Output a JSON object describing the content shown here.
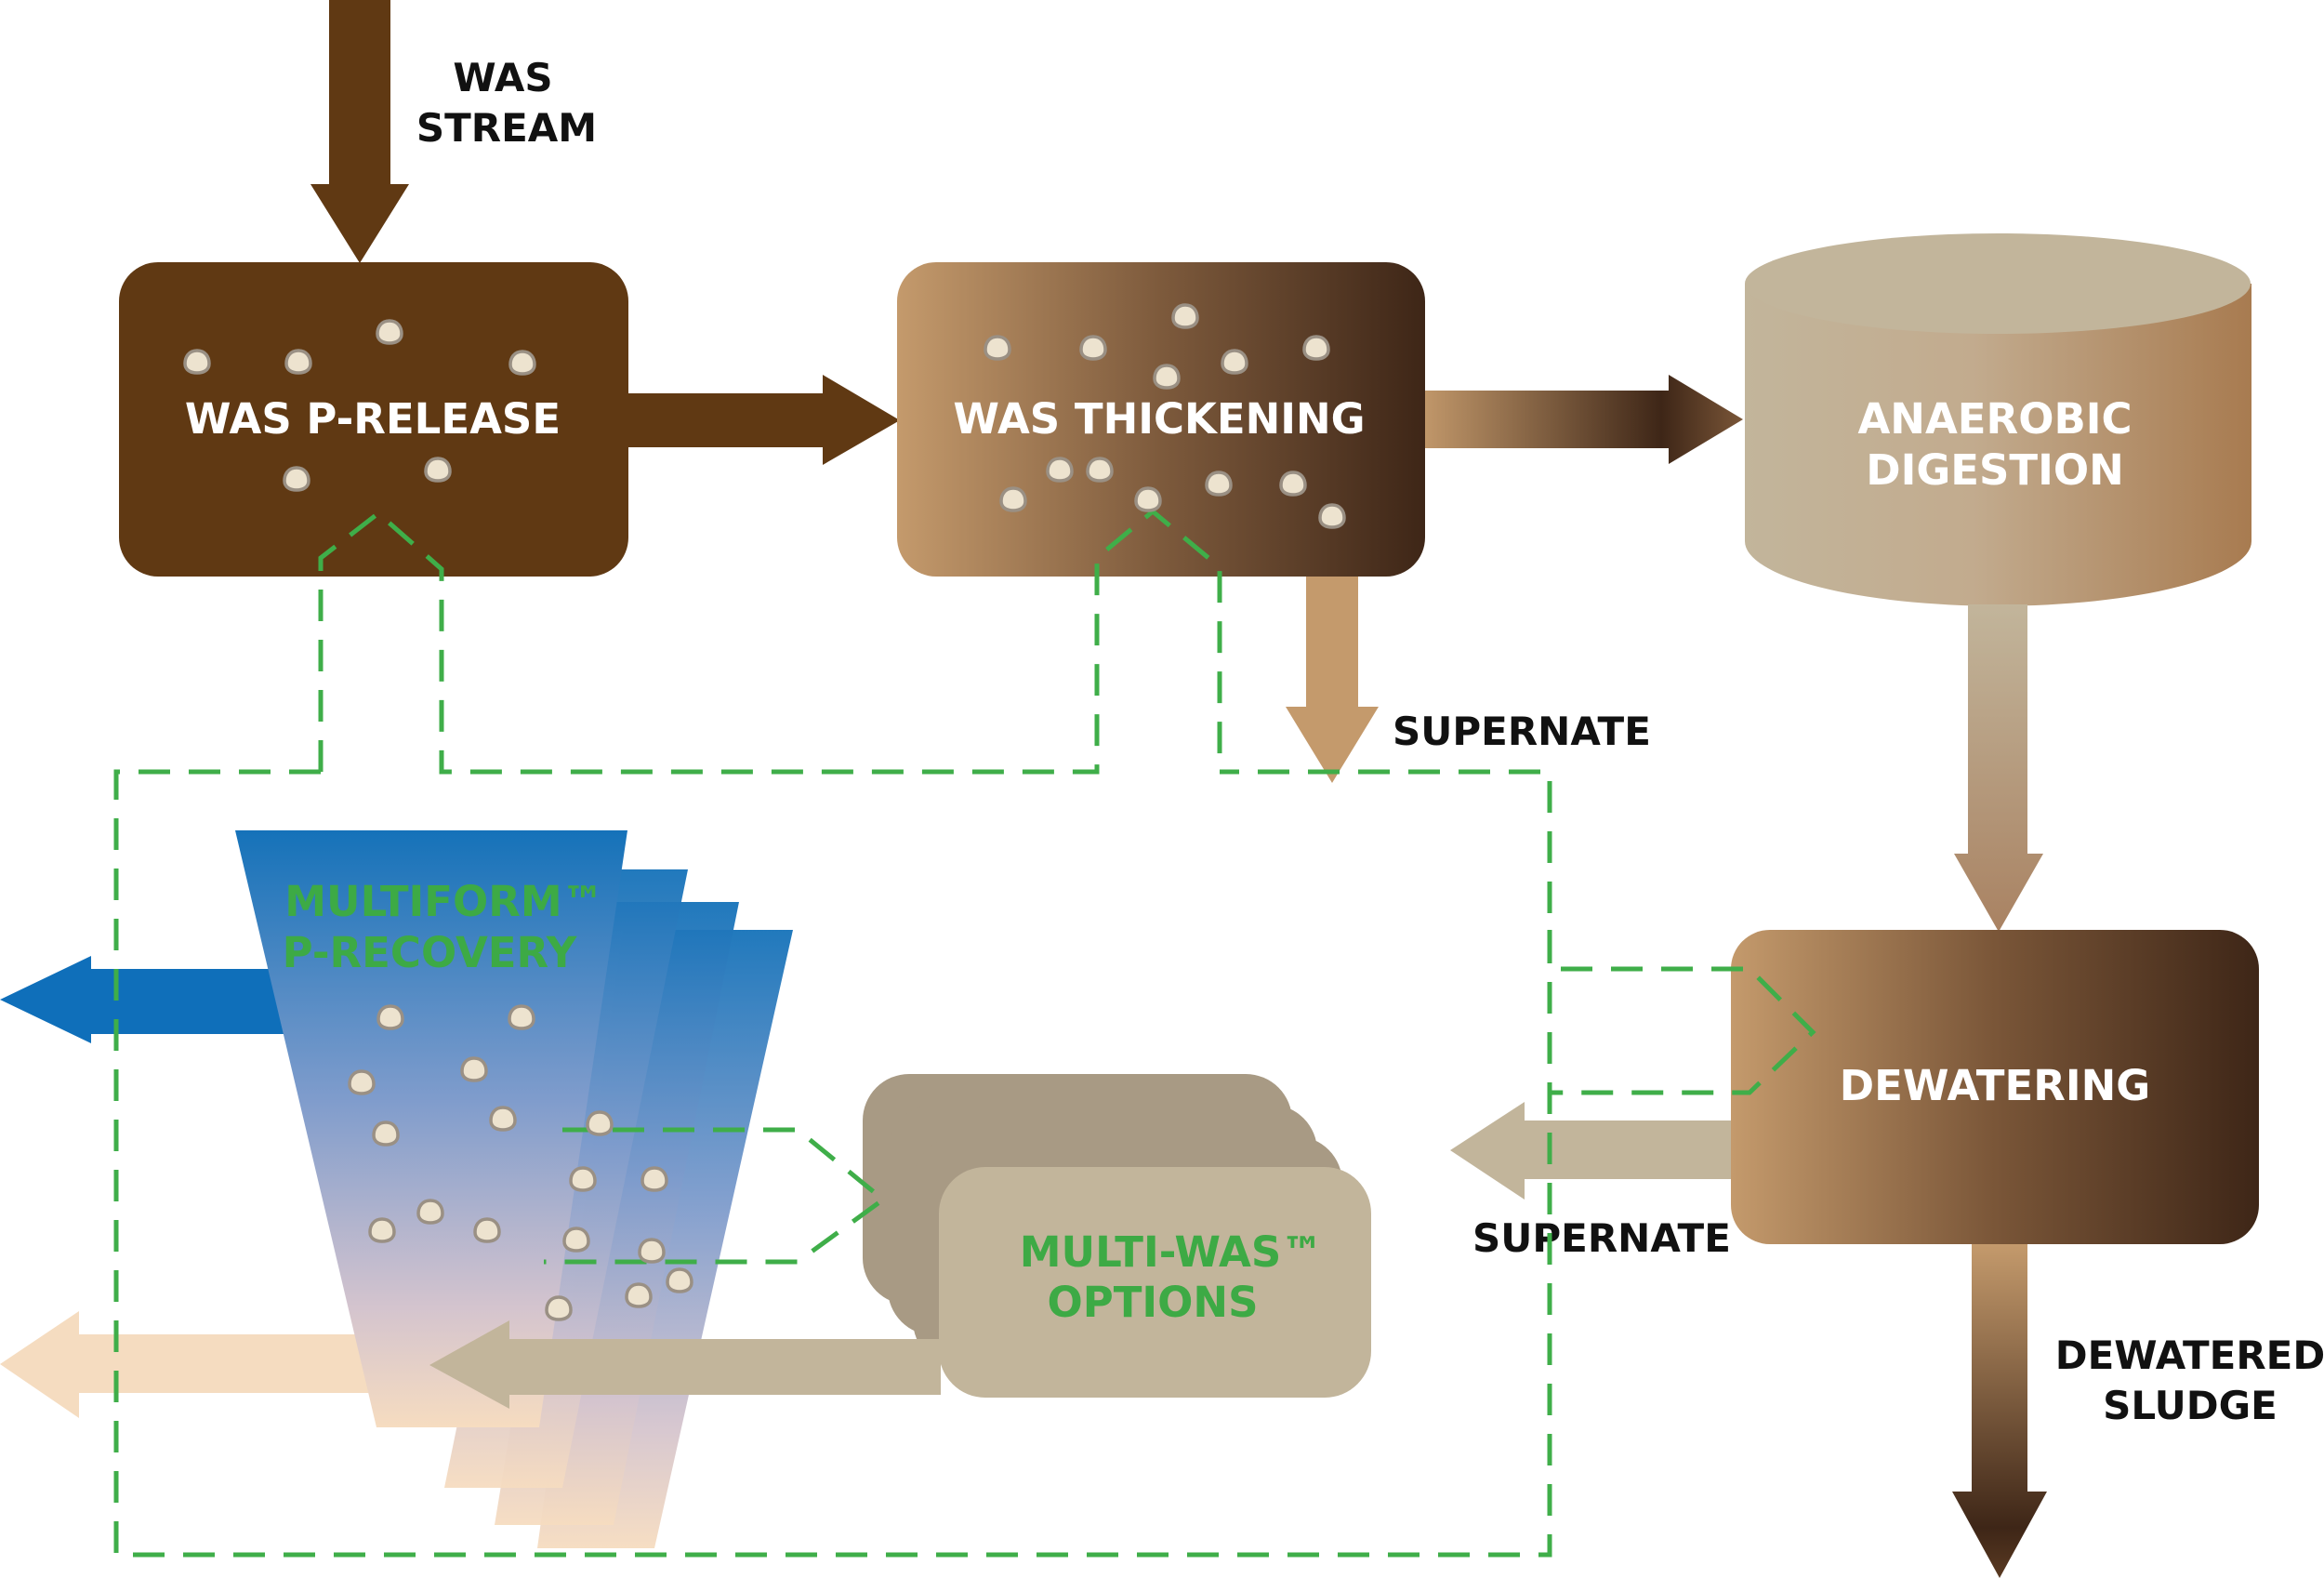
{
  "labels": {
    "was_stream": [
      "WAS",
      "STREAM"
    ],
    "was_p_release": "WAS P-RELEASE",
    "was_thickening": "WAS THICKENING",
    "anaerobic_digestion": [
      "ANAEROBIC",
      "DIGESTION"
    ],
    "supernate_top": "SUPERNATE",
    "multiform": [
      "MULTIFORM™",
      "P-RECOVERY"
    ],
    "multi_was": [
      "MULTI-WAS™",
      "OPTIONS"
    ],
    "dewatering": "DEWATERING",
    "supernate_bottom": "SUPERNATE",
    "dewatered_sludge": [
      "DEWATERED",
      "SLUDGE"
    ]
  },
  "colors": {
    "dark_brown": "#603913",
    "tan": "#c49a6c",
    "light_tan": "#c2b59b",
    "taupe": "#a89a84",
    "green_dash": "#3fae49",
    "green_text": "#3daa45",
    "blue": "#0f6fba",
    "peach": "#f5dcc0"
  },
  "icons": {
    "pellet": "phosphorus-pellet-icon"
  }
}
